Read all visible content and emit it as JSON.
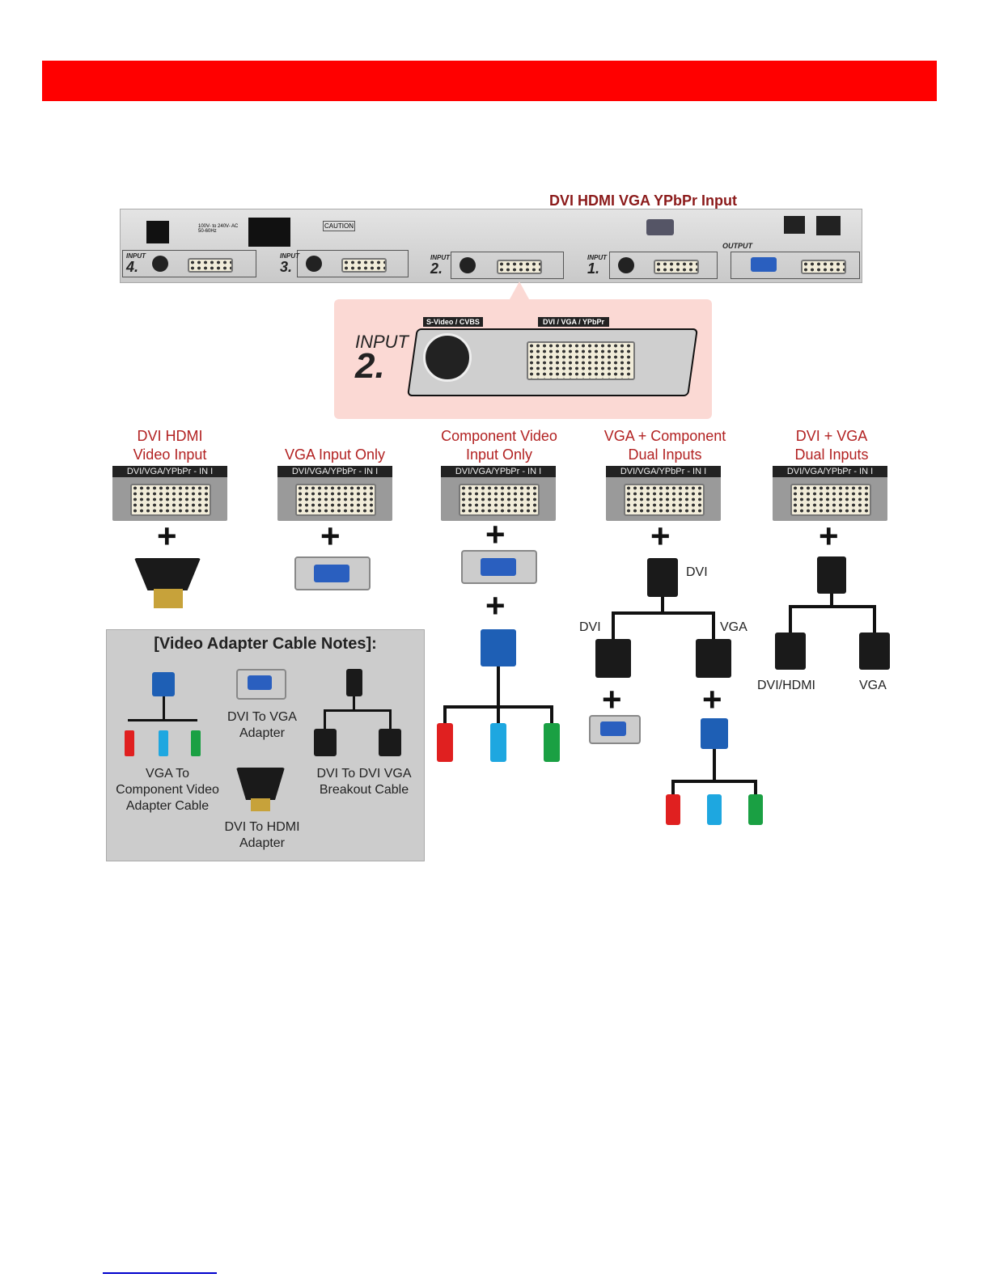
{
  "header": {
    "arrow_title": "DVI HDMI VGA YPbPr Input"
  },
  "panel": {
    "inputs": [
      {
        "label": "INPUT",
        "num": "4."
      },
      {
        "label": "INPUT",
        "num": "3."
      },
      {
        "label": "INPUT",
        "num": "2."
      },
      {
        "label": "INPUT",
        "num": "1."
      }
    ],
    "output_label": "OUTPUT",
    "caution": "CAUTION",
    "power": "100V- to 240V- AC 50-60Hz"
  },
  "zoom": {
    "input_label": "INPUT",
    "input_num": "2.",
    "svideo_label": "S-Video / CVBS",
    "dvi_label": "DVI / VGA / YPbPr"
  },
  "tile_label": "DVI/VGA/YPbPr - IN I",
  "plus": "+",
  "columns": [
    {
      "title": "DVI HDMI\nVideo Input"
    },
    {
      "title": "VGA Input Only"
    },
    {
      "title": "Component Video\nInput Only"
    },
    {
      "title": "VGA + Component\nDual Inputs",
      "labels": {
        "top": "DVI",
        "left": "DVI",
        "right": "VGA"
      }
    },
    {
      "title": "DVI + VGA\nDual Inputs",
      "labels": {
        "left": "DVI/HDMI",
        "right": "VGA"
      }
    }
  ],
  "notes": {
    "title": "[Video Adapter Cable Notes]:",
    "items": [
      "VGA To\nComponent Video\nAdapter Cable",
      "DVI To VGA\nAdapter",
      "DVI To DVI VGA\nBreakout Cable",
      "DVI To HDMI\nAdapter"
    ]
  },
  "colors": {
    "header": "#ff0000",
    "title": "#b22222",
    "link": "#0000cc",
    "red": "#e02020",
    "cyan": "#1ea7e0",
    "green": "#1aa043"
  }
}
